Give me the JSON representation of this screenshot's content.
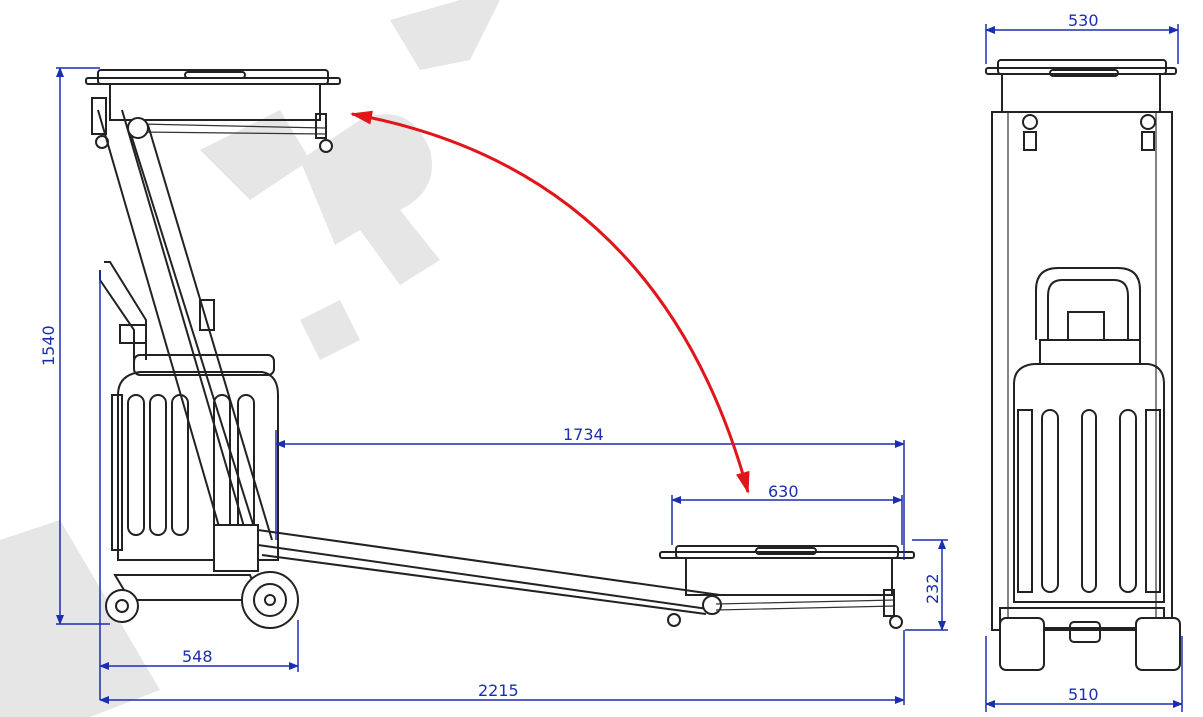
{
  "dimensions": {
    "height_total": "1540",
    "length_extended": "1734",
    "tray_length": "630",
    "tray_height": "232",
    "base_length": "548",
    "total_length": "2215",
    "top_width": "530",
    "base_width": "510"
  },
  "colors": {
    "dimension": "#1a2fb0",
    "arrow": "#e0161b",
    "outline": "#222222",
    "watermark": "#e6e6e6"
  },
  "icons": {
    "motion_arrow": "curved-double-arrow"
  }
}
